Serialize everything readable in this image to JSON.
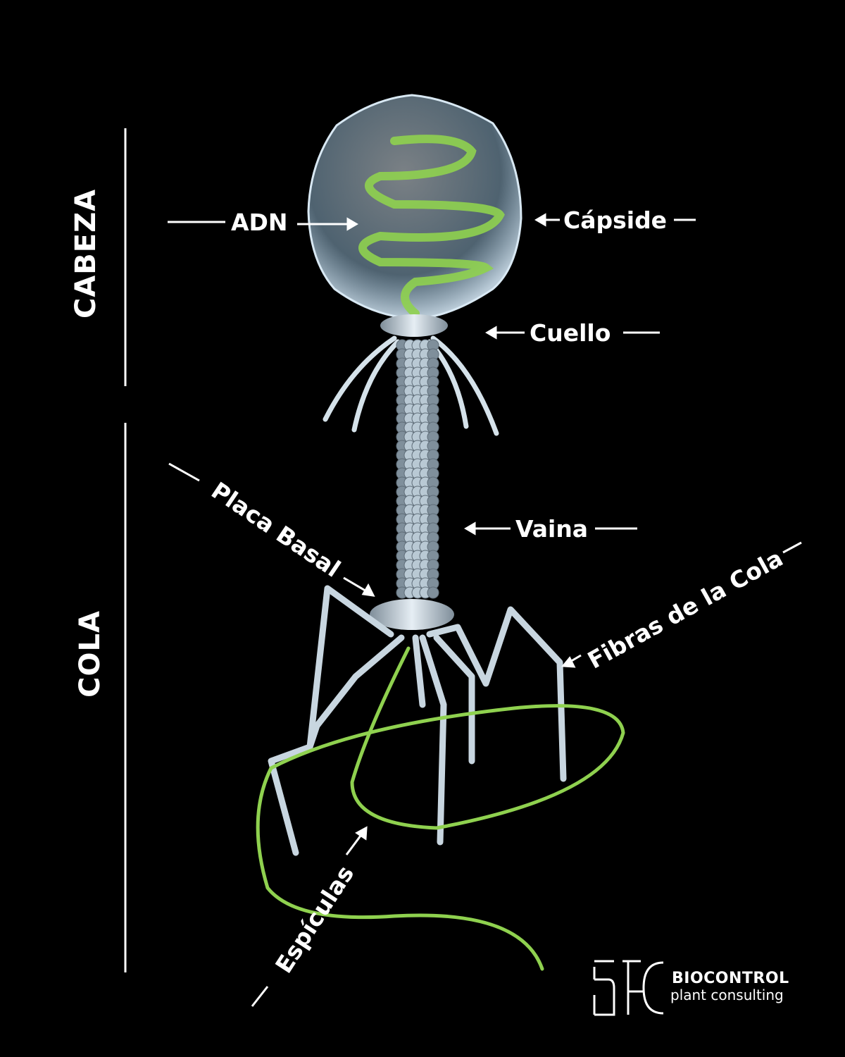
{
  "sections": {
    "head": "CABEZA",
    "tail": "COLA"
  },
  "labels": {
    "dna": "ADN",
    "capsid": "Cápside",
    "neck": "Cuello",
    "sheath": "Vaina",
    "base_plate": "Placa Basal",
    "tail_fibers": "Fibras de la Cola",
    "spikes": "Espículas"
  },
  "logo": {
    "mark": "BPC",
    "name": "BIOCONTROL",
    "tagline": "plant consulting"
  },
  "colors": {
    "background": "#000000",
    "text": "#ffffff",
    "dna": "#8fd14f",
    "capsid": "#a9c8dc"
  }
}
